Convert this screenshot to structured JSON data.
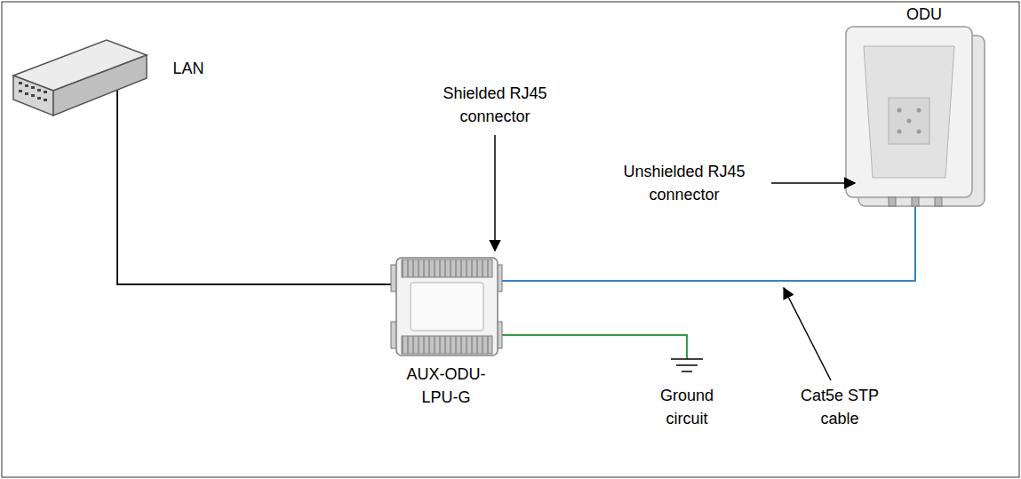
{
  "diagram": {
    "nodes": [
      {
        "text": [
          "LAN"
        ]
      },
      {
        "text": [
          "AUX-ODU-LPU-G"
        ]
      },
      {
        "text": [
          "ODU"
        ]
      },
      {
        "text": [
          "Ground circuit"
        ]
      }
    ],
    "edges": [
      {
        "from": 0,
        "to": 1,
        "arrow": "none"
      },
      {
        "from": 1,
        "to": 2,
        "arrow": "none"
      },
      {
        "from": 1,
        "to": 3,
        "arrow": "none"
      }
    ],
    "labels": [
      "Shielded RJ45 connector",
      "Unshielded RJ45 connector",
      "Cat5e STP cable"
    ]
  }
}
